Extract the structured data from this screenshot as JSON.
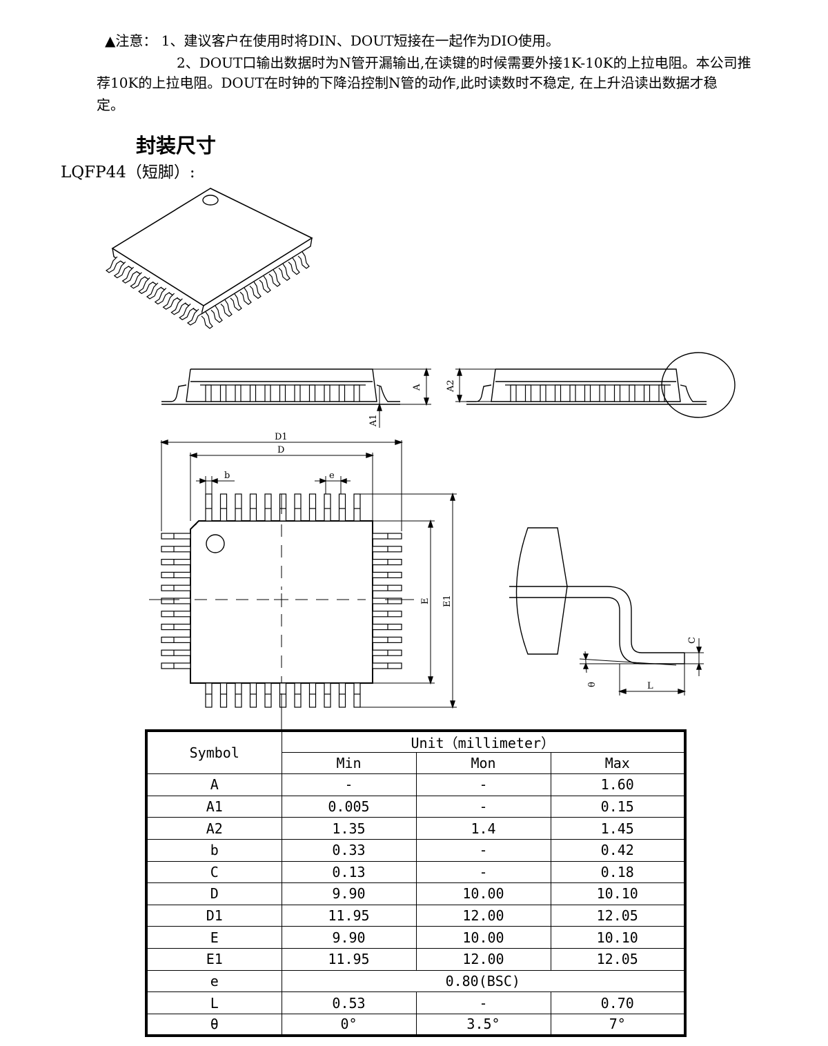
{
  "notes": {
    "line1": "▲注意： 1、建议客户在使用时将DIN、DOUT短接在一起作为DIO使用。",
    "line2": "2、DOUT口输出数据时为N管开漏输出,在读键的时候需要外接1K-10K的上拉电阻。本公司推",
    "line3": "荐10K的上拉电阻。DOUT在时钟的下降沿控制N管的动作,此时读数时不稳定, 在上升沿读出数据才稳",
    "line4": "定。"
  },
  "section_title": "封装尺寸",
  "package_name": "LQFP44（短脚）:",
  "drawing_labels": {
    "A": "A",
    "A1": "A1",
    "A2": "A2",
    "D1": "D1",
    "D": "D",
    "b": "b",
    "e": "e",
    "E": "E",
    "E1": "E1",
    "C": "C",
    "L": "L",
    "theta": "θ"
  },
  "table": {
    "symbol_header": "Symbol",
    "unit_header": "Unit（millimeter）",
    "col_headers": [
      "Min",
      "Mon",
      "Max"
    ],
    "rows": [
      {
        "symbol": "A",
        "min": "-",
        "mon": "-",
        "max": "1.60"
      },
      {
        "symbol": "A1",
        "min": "0.005",
        "mon": "-",
        "max": "0.15"
      },
      {
        "symbol": "A2",
        "min": "1.35",
        "mon": "1.4",
        "max": "1.45"
      },
      {
        "symbol": "b",
        "min": "0.33",
        "mon": "-",
        "max": "0.42"
      },
      {
        "symbol": "C",
        "min": "0.13",
        "mon": "-",
        "max": "0.18"
      },
      {
        "symbol": "D",
        "min": "9.90",
        "mon": "10.00",
        "max": "10.10"
      },
      {
        "symbol": "D1",
        "min": "11.95",
        "mon": "12.00",
        "max": "12.05"
      },
      {
        "symbol": "E",
        "min": "9.90",
        "mon": "10.00",
        "max": "10.10"
      },
      {
        "symbol": "E1",
        "min": "11.95",
        "mon": "12.00",
        "max": "12.05"
      },
      {
        "symbol": "e",
        "span": "0.80(BSC)"
      },
      {
        "symbol": "L",
        "min": "0.53",
        "mon": "-",
        "max": "0.70"
      },
      {
        "symbol": "θ",
        "min": "0°",
        "mon": "3.5°",
        "max": "7°"
      }
    ]
  }
}
